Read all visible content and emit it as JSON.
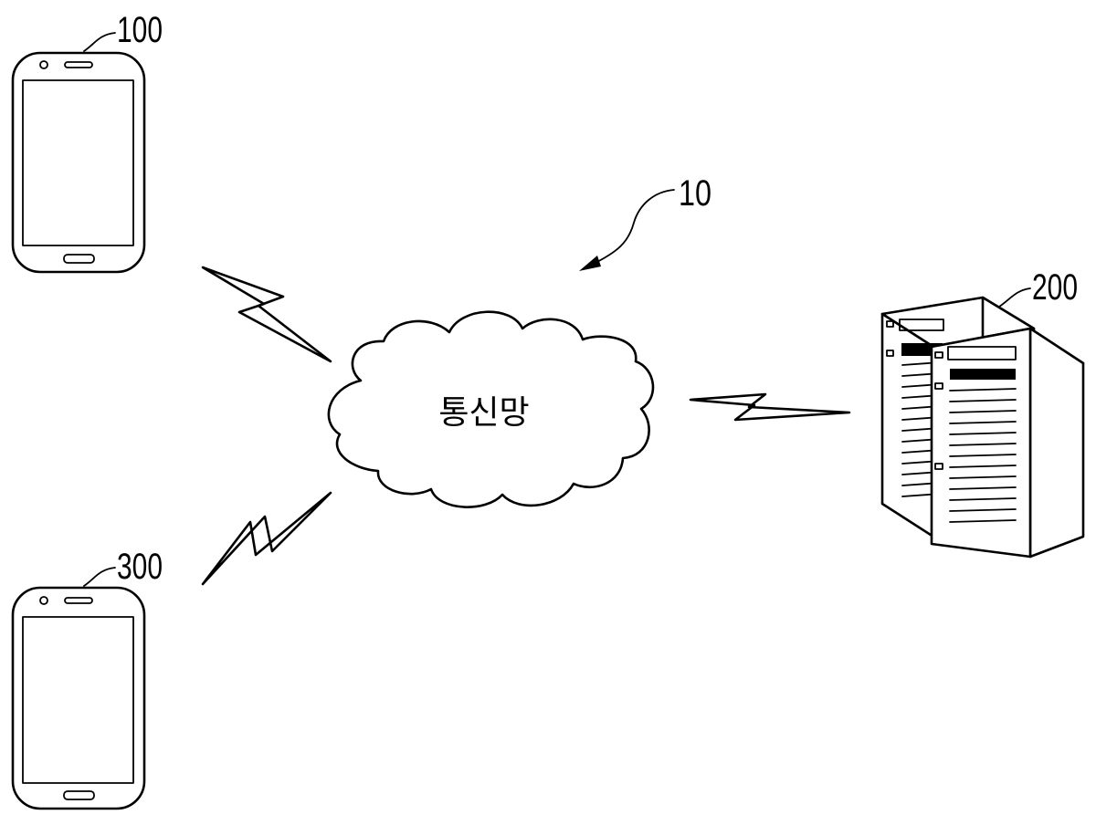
{
  "labels": {
    "terminal_top": "100",
    "network_ref": "10",
    "server_ref": "200",
    "terminal_bottom": "300",
    "network_name": "통신망"
  }
}
